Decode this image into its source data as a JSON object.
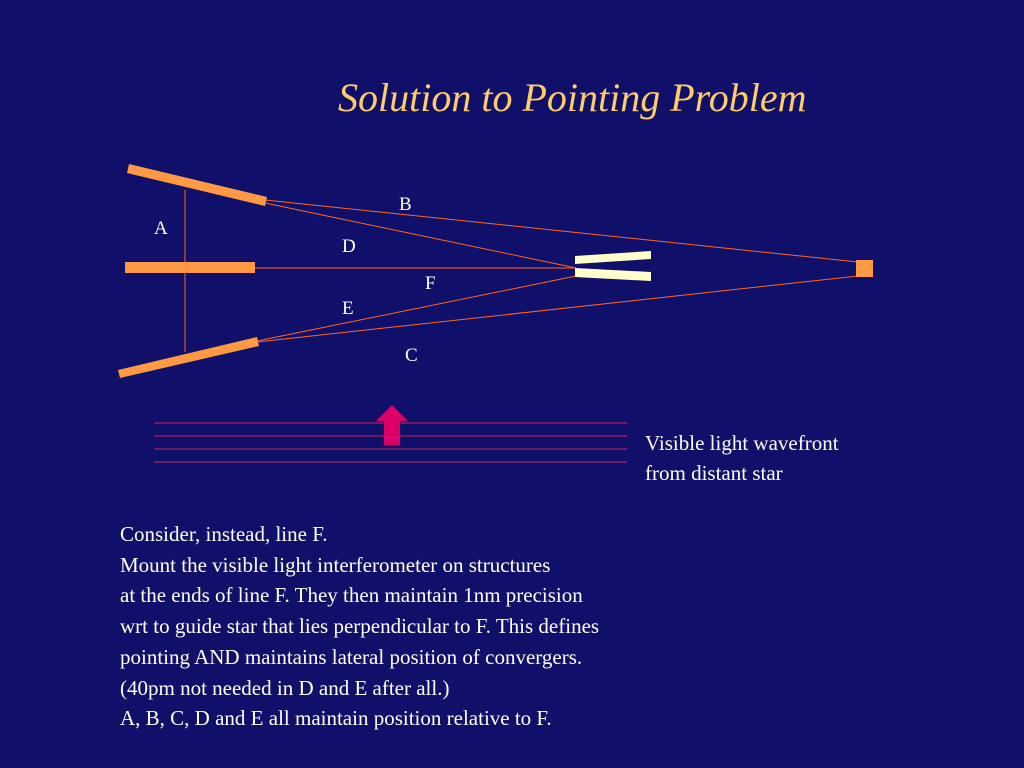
{
  "slide": {
    "title": "Solution to Pointing Problem"
  },
  "diagram": {
    "labels": {
      "a": "A",
      "b": "B",
      "c": "C",
      "d": "D",
      "e": "E",
      "f": "F"
    },
    "colors": {
      "mirror": "#ff9944",
      "beam_line": "#ff6622",
      "combiner_plate": "#ffffcc",
      "wavefront_line": "#cc2266",
      "arrow": "#dd0066",
      "background": "#10106a"
    }
  },
  "wavefront": {
    "caption_lines": [
      "Visible light wavefront",
      "from distant star"
    ]
  },
  "body_text": {
    "lines": [
      "Consider, instead, line F.",
      "Mount the visible light interferometer on structures",
      "at the ends of line F. They then maintain 1nm precision",
      "wrt to guide star that lies perpendicular to F. This defines",
      "pointing AND maintains lateral position of convergers.",
      "(40pm not needed in D and E after all.)",
      "A, B, C, D and E all maintain position relative to F."
    ]
  }
}
